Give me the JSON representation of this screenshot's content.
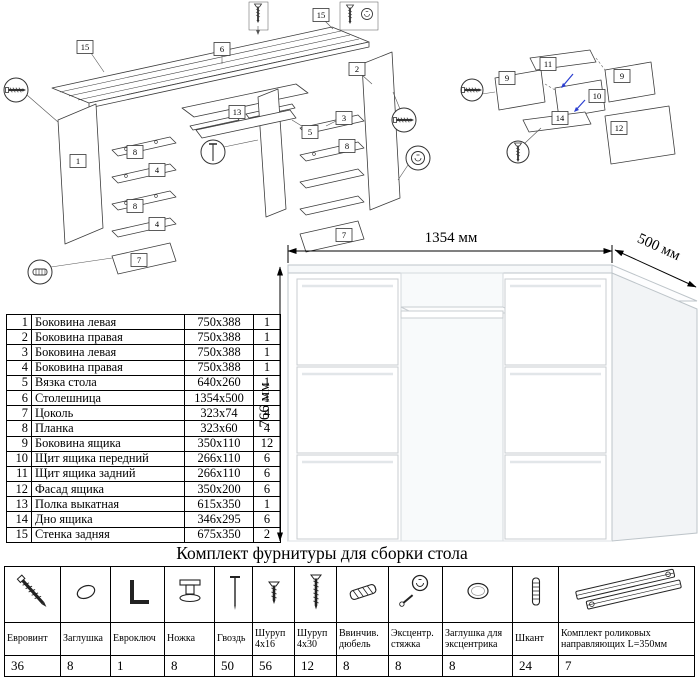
{
  "page": {
    "title": "Комплект фурнитуры для сборки стола"
  },
  "dimensions": {
    "width": "1354 мм",
    "depth": "500 мм",
    "height": "766 мм"
  },
  "assembly": {
    "labels": [
      "15",
      "6",
      "15",
      "2",
      "1",
      "8",
      "4",
      "8",
      "4",
      "7",
      "13",
      "5",
      "3",
      "8",
      "7"
    ]
  },
  "drawer_detail": {
    "labels": [
      "11",
      "9",
      "9",
      "10",
      "14",
      "12"
    ]
  },
  "parts_table": {
    "rows": [
      [
        "1",
        "Боковина левая",
        "750x388",
        "1"
      ],
      [
        "2",
        "Боковина правая",
        "750x388",
        "1"
      ],
      [
        "3",
        "Боковина левая",
        "750x388",
        "1"
      ],
      [
        "4",
        "Боковина правая",
        "750x388",
        "1"
      ],
      [
        "5",
        "Вязка стола",
        "640x260",
        "1"
      ],
      [
        "6",
        "Столешница",
        "1354x500",
        "1"
      ],
      [
        "7",
        "Цоколь",
        "323x74",
        "4"
      ],
      [
        "8",
        "Планка",
        "323x60",
        "4"
      ],
      [
        "9",
        "Боковина ящика",
        "350x110",
        "12"
      ],
      [
        "10",
        "Щит ящика передний",
        "266x110",
        "6"
      ],
      [
        "11",
        "Щит ящика задний",
        "266x110",
        "6"
      ],
      [
        "12",
        "Фасад ящика",
        "350x200",
        "6"
      ],
      [
        "13",
        "Полка выкатная",
        "615x350",
        "1"
      ],
      [
        "14",
        "Дно ящика",
        "346x295",
        "6"
      ],
      [
        "15",
        "Стенка задняя",
        "675x350",
        "2"
      ]
    ]
  },
  "hardware_table": {
    "items": [
      {
        "icon": "euro-screw-icon",
        "name": "Евровинт",
        "qty": "36"
      },
      {
        "icon": "cap-plug-icon",
        "name": "Заглушка",
        "qty": "8"
      },
      {
        "icon": "hex-key-icon",
        "name": "Евроключ",
        "qty": "1"
      },
      {
        "icon": "leg-icon",
        "name": "Ножка",
        "qty": "8"
      },
      {
        "icon": "nail-icon",
        "name": "Гвоздь",
        "qty": "50"
      },
      {
        "icon": "screw-4x16-icon",
        "name": "Шуруп 4x16",
        "qty": "56"
      },
      {
        "icon": "screw-4x30-icon",
        "name": "Шуруп 4x30",
        "qty": "12"
      },
      {
        "icon": "threaded-dowel-icon",
        "name": "Ввинчив. дюбель",
        "qty": "8"
      },
      {
        "icon": "cam-lock-icon",
        "name": "Эксцентр. стяжка",
        "qty": "8"
      },
      {
        "icon": "cam-cap-icon",
        "name": "Заглушка для эксцентрика",
        "qty": "8"
      },
      {
        "icon": "wood-dowel-icon",
        "name": "Шкант",
        "qty": "24"
      },
      {
        "icon": "drawer-rails-icon",
        "name": "Комплект роликовых направляющих L=350мм",
        "qty": "7"
      }
    ]
  }
}
